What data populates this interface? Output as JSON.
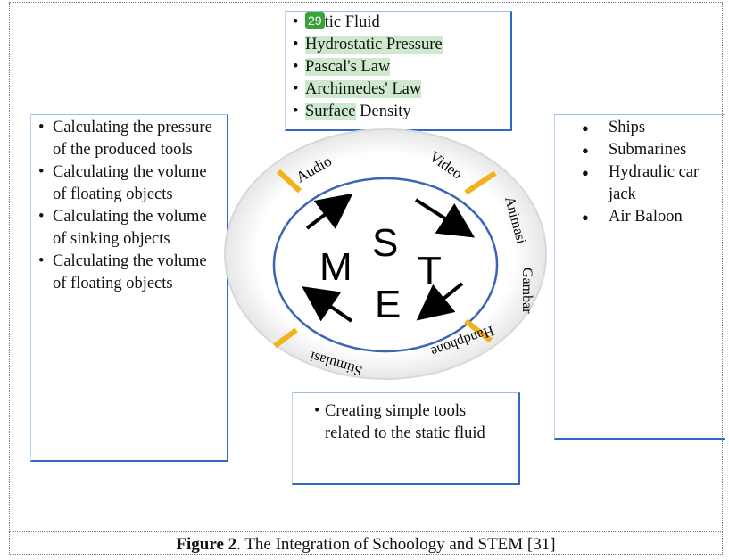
{
  "top_box": {
    "badge": "29",
    "items": [
      "tic Fluid",
      "Hydrostatic Pressure",
      "Pascal's Law",
      "Archimedes' Law"
    ],
    "last_highlight": "Surface",
    "last_rest": " Density"
  },
  "left_box": {
    "items": [
      "Calculating the pressure of the produced  tools",
      "Calculating the volume of floating objects",
      "Calculating the volume of sinking objects",
      "Calculating the volume of floating objects"
    ]
  },
  "right_box": {
    "items": [
      "Ships",
      "Submarines",
      "Hydraulic car jack",
      "Air Baloon"
    ]
  },
  "bottom_box": {
    "items": [
      "Creating simple tools related to the static fluid"
    ]
  },
  "cycle": {
    "letters": {
      "s": "S",
      "m": "M",
      "t": "T",
      "e": "E"
    },
    "ring_labels": {
      "audio": "Audio",
      "video": "Video",
      "animasi": "Animasi",
      "gambar": "Gambar",
      "handphone": "Handphone",
      "stimulasi": "Stimulasi"
    },
    "colors": {
      "ring": "#3b64b8",
      "ticks": "#f2b21b",
      "arrows": "#000000"
    }
  },
  "caption": {
    "label": "Figure 2",
    "text": ". The Integration of Schoology and STEM [31]"
  }
}
